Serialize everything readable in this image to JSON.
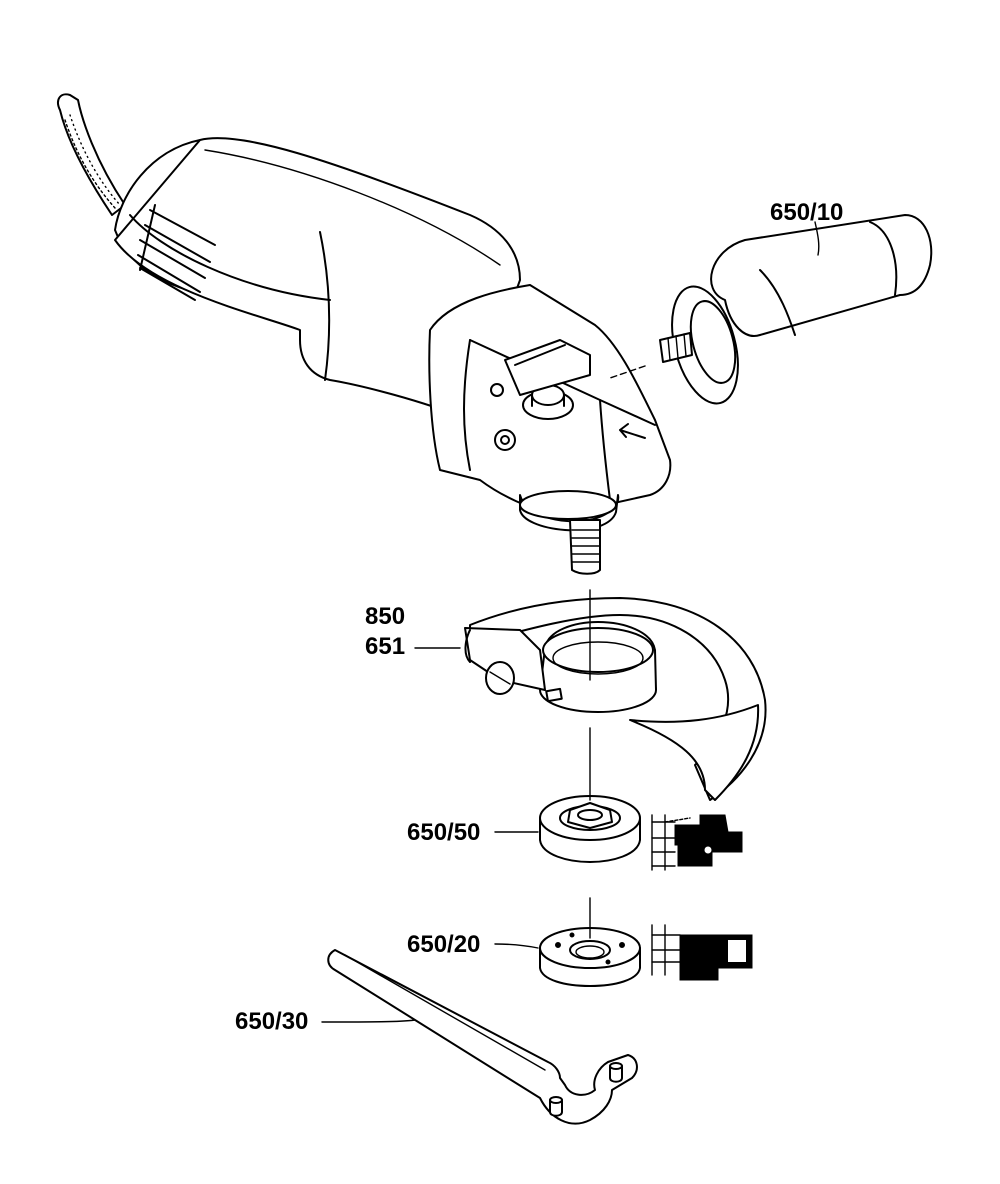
{
  "labels": {
    "handle": "650/10",
    "guard_a": "850",
    "guard_b": "651",
    "flange": "650/50",
    "nut": "650/20",
    "spanner": "650/30"
  },
  "colors": {
    "ink": "#000000",
    "paper": "#ffffff"
  }
}
